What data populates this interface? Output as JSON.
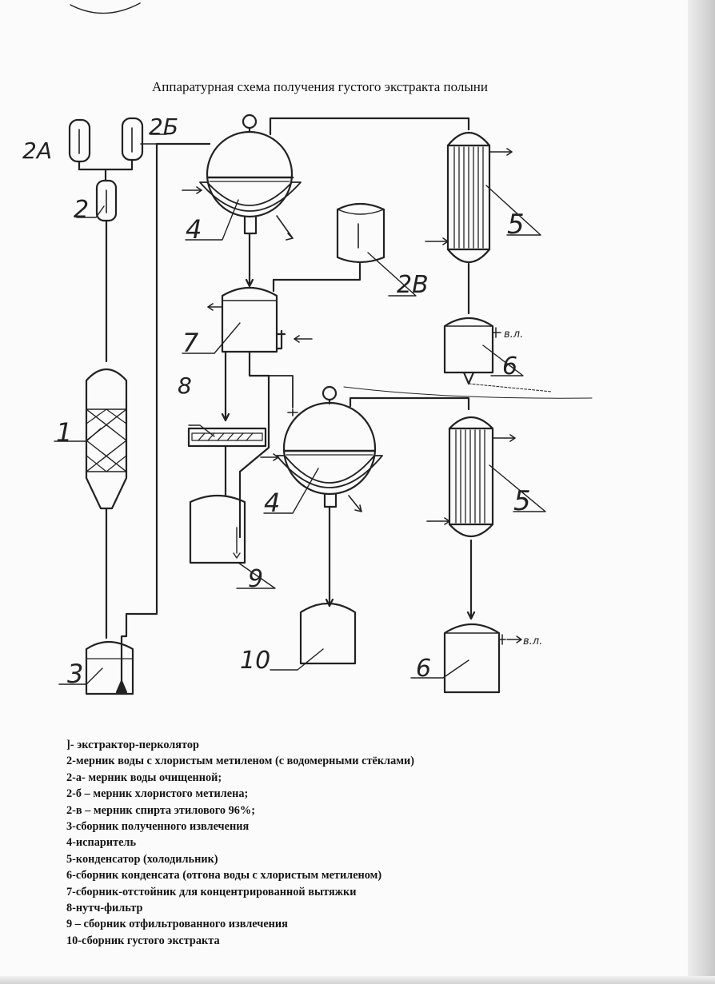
{
  "title": "Аппаратурная схема получения густого экстракта полыни",
  "labels": {
    "n1": "1",
    "n2": "2",
    "n2a": "2А",
    "n2b": "2Б",
    "n2v": "2В",
    "n3": "3",
    "n4": "4",
    "n5": "5",
    "n6": "6",
    "n7": "7",
    "n8": "8",
    "n9": "9",
    "n10": "10",
    "vl": "в.л.",
    "vl2": "в.л."
  },
  "legend": [
    "]- экстрактор-перколятор",
    "2-мерник воды с хлористым метиленом (с водомерными стёклами)",
    "2-а- мерник воды очищенной;",
    "2-б – мерник хлористого метилена;",
    "2-в – мерник спирта этилового 96%;",
    "3-сборник полученного извлечения",
    "4-испаритель",
    "5-конденсатор (холодильник)",
    "6-сборник конденсата (отгона воды с хлористым метиленом)",
    "7-сборник-отстойник для концентрированной вытяжки",
    "8-нутч-фильтр",
    "9 – сборник отфильтрованного извлечения",
    "10-сборник густого экстракта"
  ]
}
